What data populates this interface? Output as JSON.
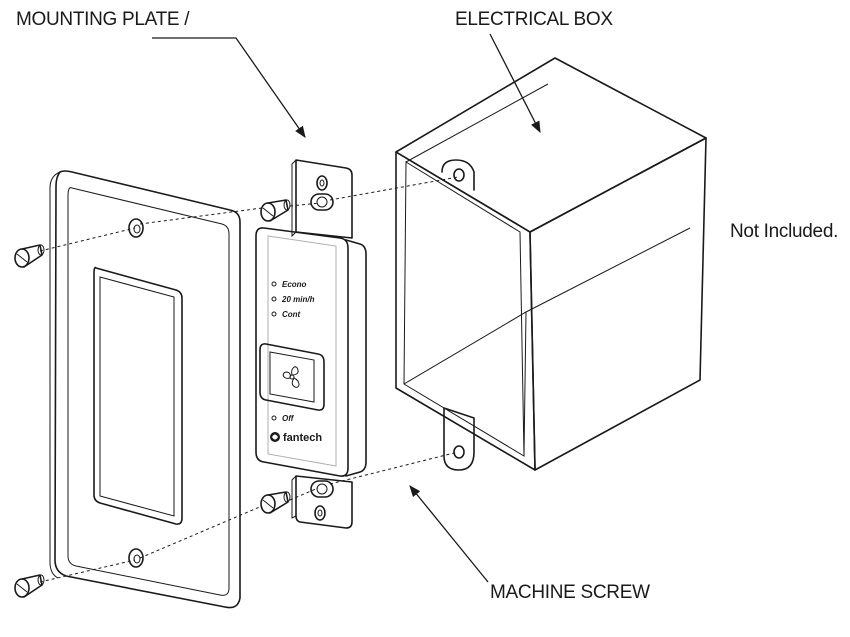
{
  "labels": {
    "mounting_plate": "MOUNTING PLATE /",
    "electrical_box": "ELECTRICAL BOX",
    "not_included": "Not Included.",
    "machine_screw": "MACHINE SCREW"
  },
  "control": {
    "modes": [
      "Econo",
      "20 min/h",
      "Cont"
    ],
    "off": "Off",
    "brand": "fantech"
  },
  "icons": {
    "fan_button": "fan-icon",
    "brand_logo": "fantech-logo-icon"
  }
}
